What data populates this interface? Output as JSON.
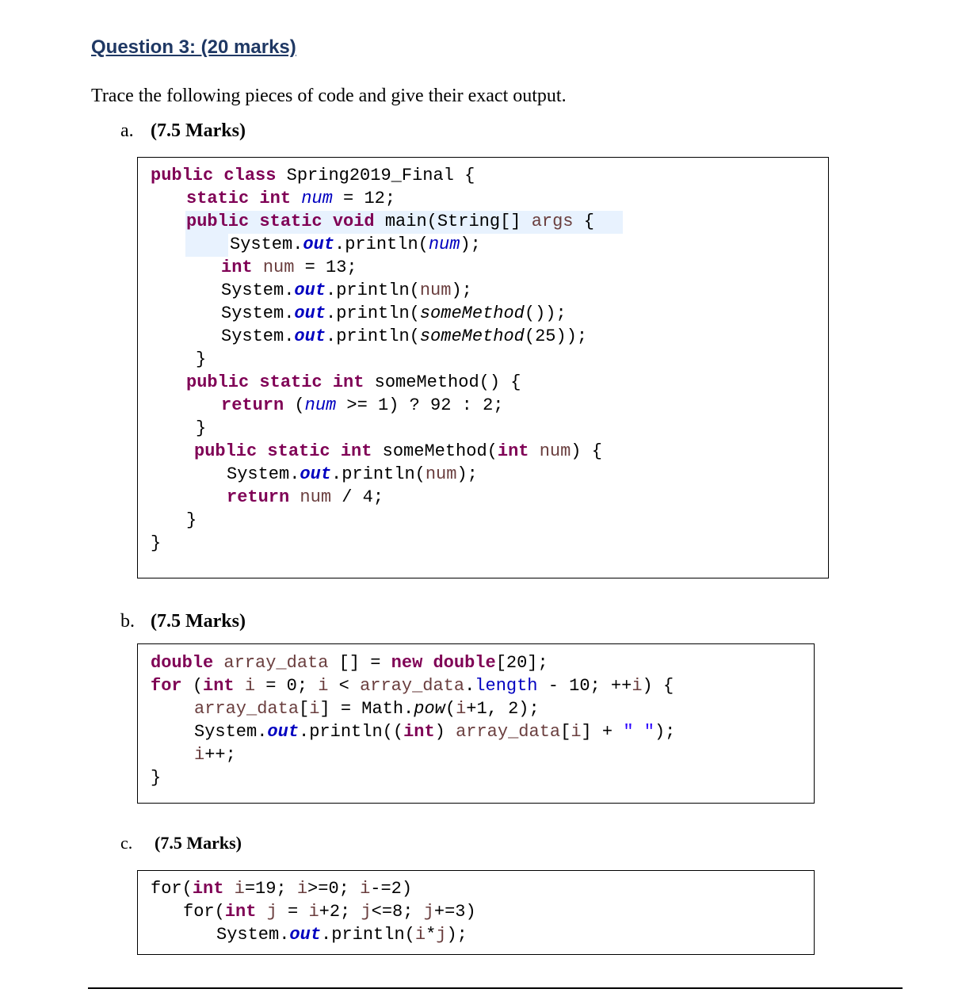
{
  "title": "Question 3: (20 marks)",
  "intro": "Trace the following pieces of code and give their exact output.",
  "parts": [
    {
      "label": "a.",
      "marks": "(7.5 Marks)",
      "code": [
        [
          [
            "kw",
            "public class "
          ],
          [
            "",
            "Spring2019_Final {"
          ]
        ],
        [
          [
            "kw",
            "static int "
          ],
          [
            "fldi",
            "num"
          ],
          [
            "",
            " = 12;"
          ]
        ],
        [
          [
            "kw",
            "public static void "
          ],
          [
            "",
            "main(String[] "
          ],
          [
            "loc",
            "args"
          ],
          [
            "",
            " {"
          ]
        ],
        [
          [
            "",
            "System."
          ],
          [
            "out",
            "out"
          ],
          [
            "",
            ".println("
          ],
          [
            "fldi",
            "num"
          ],
          [
            "",
            ");"
          ]
        ],
        [
          [
            "kw",
            "int "
          ],
          [
            "loc",
            "num"
          ],
          [
            "",
            " = 13;"
          ]
        ],
        [
          [
            "",
            "System."
          ],
          [
            "out",
            "out"
          ],
          [
            "",
            ".println("
          ],
          [
            "loc",
            "num"
          ],
          [
            "",
            ");"
          ]
        ],
        [
          [
            "",
            "System."
          ],
          [
            "out",
            "out"
          ],
          [
            "",
            ".println("
          ],
          [
            "sm",
            "someMethod"
          ],
          [
            "",
            "());"
          ]
        ],
        [
          [
            "",
            "System."
          ],
          [
            "out",
            "out"
          ],
          [
            "",
            ".println("
          ],
          [
            "sm",
            "someMethod"
          ],
          [
            "",
            "(25));"
          ]
        ],
        [
          [
            "",
            "}"
          ]
        ],
        [
          [
            "kw",
            "public static int "
          ],
          [
            "",
            "someMethod() {"
          ]
        ],
        [
          [
            "kw",
            "return "
          ],
          [
            "",
            "("
          ],
          [
            "fldi",
            "num"
          ],
          [
            "",
            " >= 1) ? 92 : 2;"
          ]
        ],
        [
          [
            "",
            "}"
          ]
        ],
        [
          [
            "kw",
            "public static int "
          ],
          [
            "",
            "someMethod("
          ],
          [
            "kw",
            "int "
          ],
          [
            "loc",
            "num"
          ],
          [
            "",
            ") {"
          ]
        ],
        [
          [
            "",
            "System."
          ],
          [
            "out",
            "out"
          ],
          [
            "",
            ".println("
          ],
          [
            "loc",
            "num"
          ],
          [
            "",
            ");"
          ]
        ],
        [
          [
            "kw",
            "return "
          ],
          [
            "loc",
            "num"
          ],
          [
            "",
            " / 4;"
          ]
        ],
        [
          [
            "",
            "}"
          ]
        ],
        [
          [
            "",
            "}"
          ]
        ]
      ]
    },
    {
      "label": "b.",
      "marks": "(7.5 Marks)",
      "code": [
        [
          [
            "kw",
            "double "
          ],
          [
            "loc",
            "array_data"
          ],
          [
            "",
            " [] = "
          ],
          [
            "kw",
            "new double"
          ],
          [
            "",
            "[20];"
          ]
        ],
        [
          [
            "kw",
            "for "
          ],
          [
            "",
            "("
          ],
          [
            "kw",
            "int "
          ],
          [
            "loc",
            "i"
          ],
          [
            "",
            " = 0; "
          ],
          [
            "loc",
            "i"
          ],
          [
            "",
            " < "
          ],
          [
            "loc",
            "array_data"
          ],
          [
            "",
            "."
          ],
          [
            "fld",
            "length"
          ],
          [
            "",
            " - 10; ++"
          ],
          [
            "loc",
            "i"
          ],
          [
            "",
            ") {"
          ]
        ],
        [
          [
            "loc",
            "array_data"
          ],
          [
            "",
            "["
          ],
          [
            "loc",
            "i"
          ],
          [
            "",
            "] = Math."
          ],
          [
            "sm",
            "pow"
          ],
          [
            "",
            "("
          ],
          [
            "loc",
            "i"
          ],
          [
            "",
            "+1, 2);"
          ]
        ],
        [
          [
            "",
            "System."
          ],
          [
            "out",
            "out"
          ],
          [
            "",
            ".println(("
          ],
          [
            "kw",
            "int"
          ],
          [
            "",
            ") "
          ],
          [
            "loc",
            "array_data"
          ],
          [
            "",
            "["
          ],
          [
            "loc",
            "i"
          ],
          [
            "",
            "] + "
          ],
          [
            "str",
            "\" \""
          ],
          [
            "",
            ");"
          ]
        ],
        [
          [
            "loc",
            "i"
          ],
          [
            "",
            "++;"
          ]
        ],
        [
          [
            "",
            "}"
          ]
        ]
      ]
    },
    {
      "label": "c.",
      "marks": "(7.5 Marks)",
      "code": [
        [
          [
            "",
            "for("
          ],
          [
            "kw",
            "int "
          ],
          [
            "loc",
            "i"
          ],
          [
            "",
            "=19; "
          ],
          [
            "loc",
            "i"
          ],
          [
            "",
            ">=0; "
          ],
          [
            "loc",
            "i"
          ],
          [
            "",
            "-=2)"
          ]
        ],
        [
          [
            "",
            "for("
          ],
          [
            "kw",
            "int "
          ],
          [
            "loc",
            "j"
          ],
          [
            "",
            " = "
          ],
          [
            "loc",
            "i"
          ],
          [
            "",
            "+2; "
          ],
          [
            "loc",
            "j"
          ],
          [
            "",
            "<=8; "
          ],
          [
            "loc",
            "j"
          ],
          [
            "",
            "+=3)"
          ]
        ],
        [
          [
            "",
            "System."
          ],
          [
            "out",
            "out"
          ],
          [
            "",
            ".println("
          ],
          [
            "loc",
            "i"
          ],
          [
            "",
            "*"
          ],
          [
            "loc",
            "j"
          ],
          [
            "",
            ");"
          ]
        ]
      ]
    }
  ]
}
